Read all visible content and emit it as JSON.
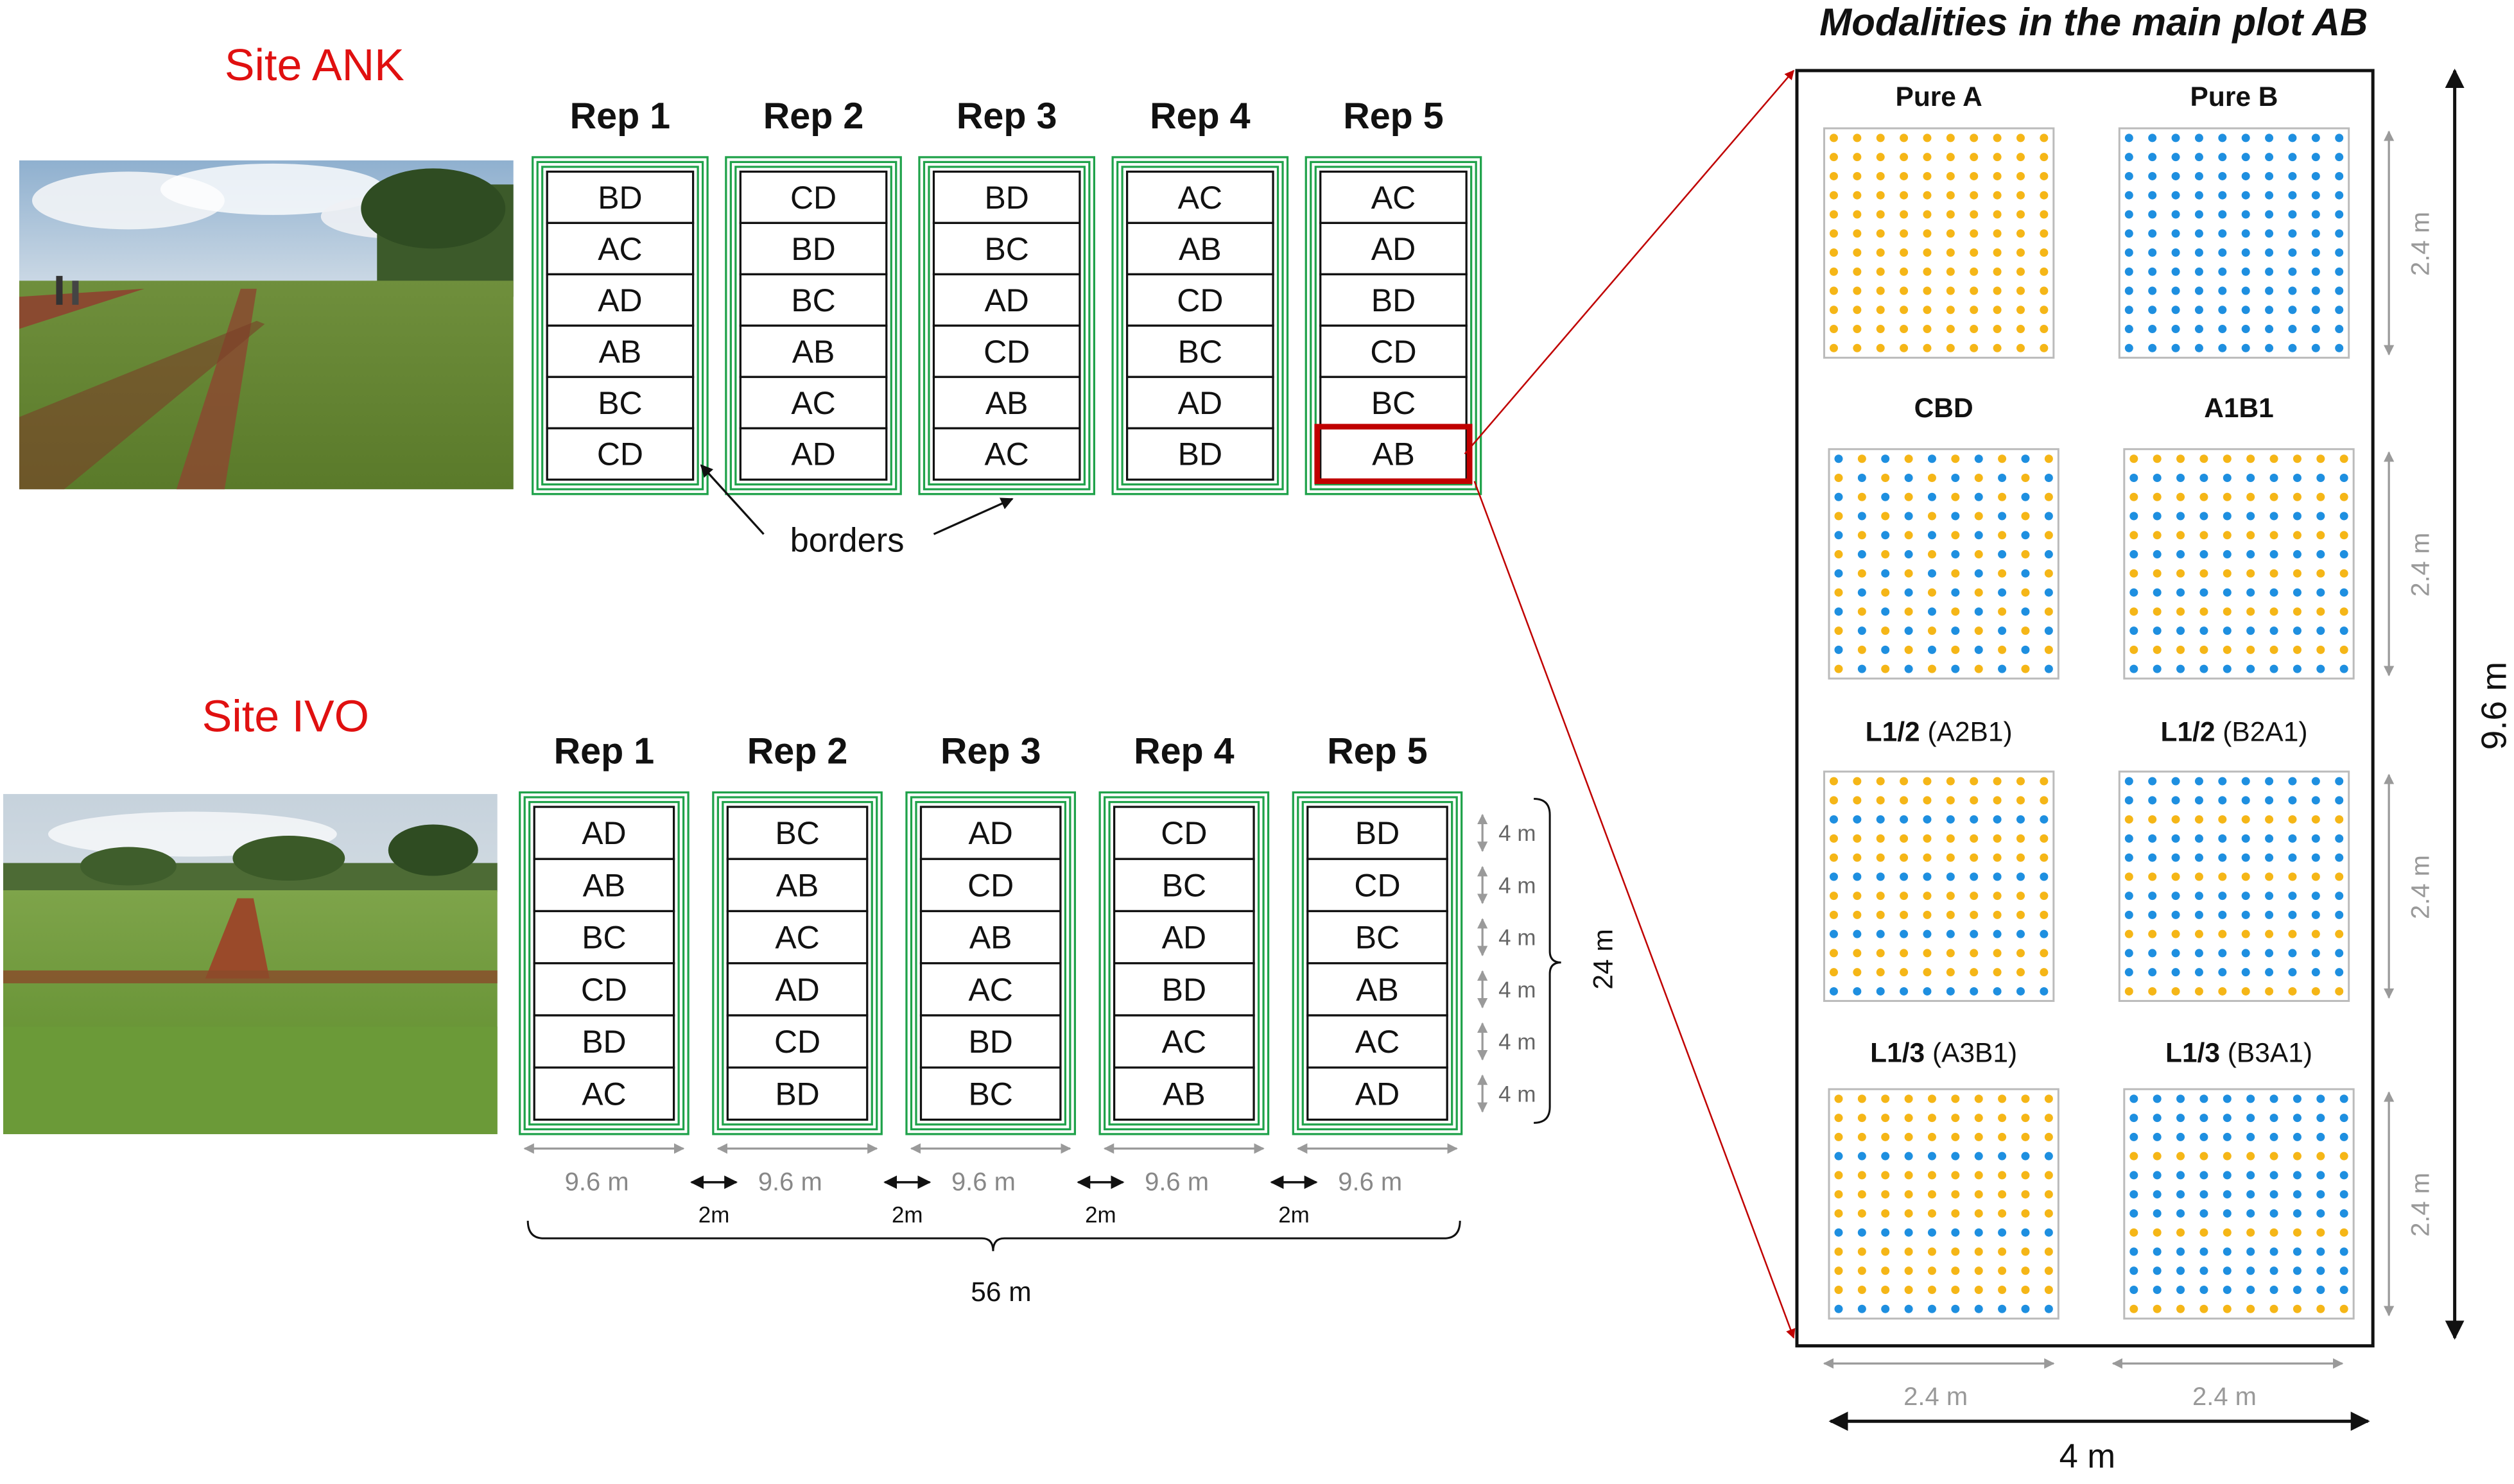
{
  "sites": [
    {
      "title": "Site ANK",
      "photo": "field-photo-ank",
      "reps": [
        {
          "label": "Rep 1",
          "plots": [
            "BD",
            "AC",
            "AD",
            "AB",
            "BC",
            "CD"
          ]
        },
        {
          "label": "Rep 2",
          "plots": [
            "CD",
            "BD",
            "BC",
            "AB",
            "AC",
            "AD"
          ]
        },
        {
          "label": "Rep 3",
          "plots": [
            "BD",
            "BC",
            "AD",
            "CD",
            "AB",
            "AC"
          ]
        },
        {
          "label": "Rep 4",
          "plots": [
            "AC",
            "AB",
            "CD",
            "BC",
            "AD",
            "BD"
          ]
        },
        {
          "label": "Rep 5",
          "plots": [
            "AC",
            "AD",
            "BD",
            "CD",
            "BC",
            "AB"
          ]
        }
      ],
      "highlight": {
        "rep": 4,
        "plot": 5
      },
      "borders_label": "borders"
    },
    {
      "title": "Site IVO",
      "photo": "field-photo-ivo",
      "reps": [
        {
          "label": "Rep 1",
          "plots": [
            "AD",
            "AB",
            "BC",
            "CD",
            "BD",
            "AC"
          ]
        },
        {
          "label": "Rep 2",
          "plots": [
            "BC",
            "AB",
            "AC",
            "AD",
            "CD",
            "BD"
          ]
        },
        {
          "label": "Rep 3",
          "plots": [
            "AD",
            "CD",
            "AB",
            "AC",
            "BD",
            "BC"
          ]
        },
        {
          "label": "Rep 4",
          "plots": [
            "CD",
            "BC",
            "AD",
            "BD",
            "AC",
            "AB"
          ]
        },
        {
          "label": "Rep 5",
          "plots": [
            "BD",
            "CD",
            "BC",
            "AB",
            "AC",
            "AD"
          ]
        }
      ],
      "row_dims": [
        "4 m",
        "4 m",
        "4 m",
        "4 m",
        "4 m",
        "4 m"
      ],
      "total_height": "24 m",
      "rep_width": "9.6 m",
      "gap": "2m",
      "total_width": "56 m"
    }
  ],
  "detail": {
    "title": "Modalities in the main plot AB",
    "panels": [
      {
        "bold": "Pure A",
        "normal": "",
        "pattern": "pureA"
      },
      {
        "bold": "Pure B",
        "normal": "",
        "pattern": "pureB"
      },
      {
        "bold": "CBD",
        "normal": "",
        "pattern": "cbd"
      },
      {
        "bold": "A1B1",
        "normal": "",
        "pattern": "a1b1"
      },
      {
        "bold": "L1/2",
        "normal": " (A2B1)",
        "pattern": "a2b1"
      },
      {
        "bold": "L1/2",
        "normal": " (B2A1)",
        "pattern": "b2a1"
      },
      {
        "bold": "L1/3",
        "normal": " (A3B1)",
        "pattern": "a3b1"
      },
      {
        "bold": "L1/3",
        "normal": " (B3A1)",
        "pattern": "b3a1"
      }
    ],
    "panel_dim": "2.4 m",
    "total_height": "9.6 m",
    "total_width": "4 m",
    "colors": {
      "A": "#f5b617",
      "B": "#1e8fe0",
      "frame_green": "#1fa24a",
      "highlight_red": "#c00000",
      "title_red": "#e01010",
      "dim_gray": "#9a9a9a"
    }
  }
}
